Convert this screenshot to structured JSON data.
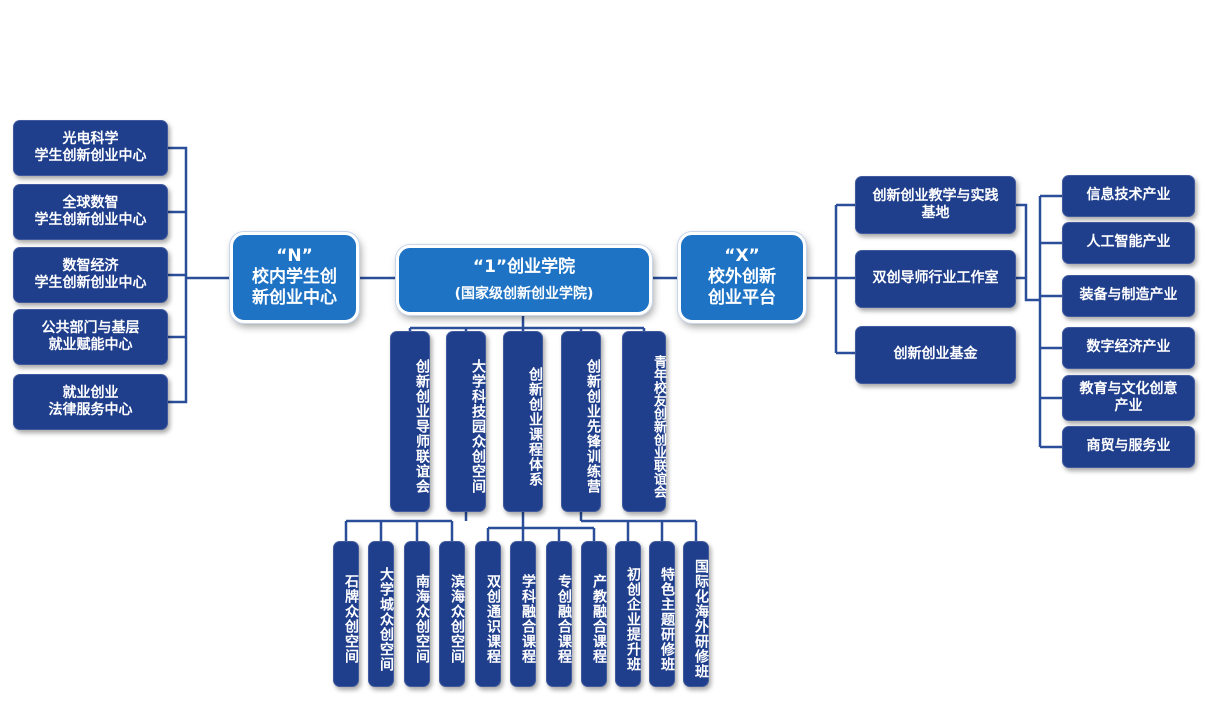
{
  "left": {
    "hub": "“N”\n校内学生创\n新创业中心",
    "items": [
      "光电科学\n学生创新创业中心",
      "全球数智\n学生创新创业中心",
      "数智经济\n学生创新创业中心",
      "公共部门与基层\n就业赋能中心",
      "就业创业\n法律服务中心"
    ]
  },
  "center": {
    "hub_title": "“1”创业学院",
    "hub_sub": "(国家级创新创业学院)",
    "items": [
      "创新创业导师联谊会",
      "大学科技园众创空间",
      "创新创业课程体系",
      "创新创业先锋训练营",
      "青年校友创新创业联谊会"
    ],
    "sub_items": [
      "石牌众创空间",
      "大学城众创空间",
      "南海众创空间",
      "滨海众创空间",
      "双创通识课程",
      "学科融合课程",
      "专创融合课程",
      "产教融合课程",
      "初创企业提升班",
      "特色主题研修班",
      "国际化海外研修班"
    ]
  },
  "right": {
    "hub": "“X”\n校外创新\n创业平台",
    "items": [
      "创新创业教学与实践\n基地",
      "双创导师行业工作室",
      "创新创业基金"
    ],
    "industries": [
      "信息技术产业",
      "人工智能产业",
      "装备与制造产业",
      "数字经济产业",
      "教育与文化创意\n产业",
      "商贸与服务业"
    ]
  },
  "colors": {
    "box": "#1f3e8c",
    "hub": "#1e73c4",
    "line": "#2a4e9a"
  }
}
